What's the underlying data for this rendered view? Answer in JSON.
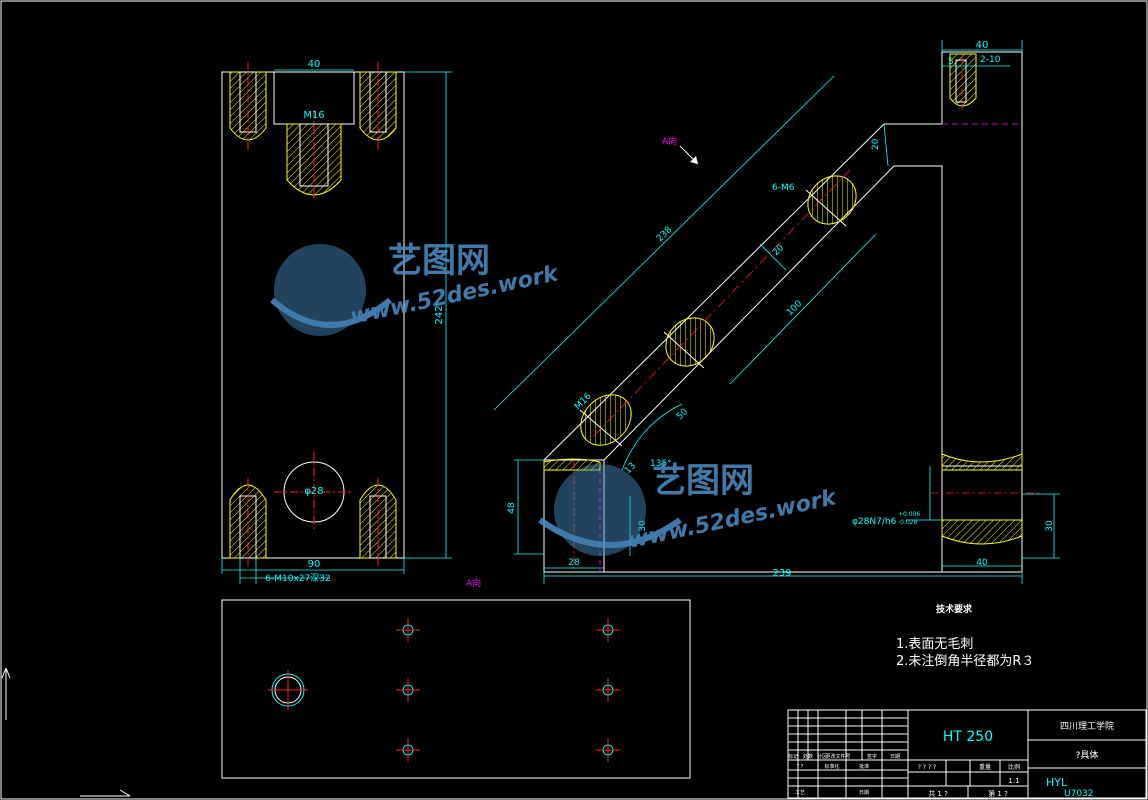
{
  "colors": {
    "background": "#000000",
    "outline": "#ffffff",
    "dimension": "#00ffff",
    "centerline": "#ff2020",
    "hatch": "#ffff00",
    "hidden": "#ff00ff",
    "note": "#ffffff",
    "view_label": "#ff00ff",
    "watermark": "#4a90c8"
  },
  "views": {
    "left": {
      "dim_top": "40",
      "thread_top": "M16",
      "dim_height": "242",
      "dim_bottom": "90",
      "hole_bottom": "φ28",
      "holes_bottom": "6-M10x27深32"
    },
    "main": {
      "view_a_arrow_label": "A向",
      "dim_top_width": "40",
      "dim_top_small_left": "5",
      "dim_top_small_right": "2-10",
      "dim_arm_length": "238",
      "dim_arm_offset": "20",
      "dim_arm_holes": "6-M6",
      "dim_pitch": "20",
      "dim_span": "100",
      "dim_thread": "M16",
      "dim_thread_depth": "13",
      "dim_arc": "50",
      "dim_angle": "135°",
      "dim_base_height": "48",
      "dim_base_width": "28",
      "dim_base_right": "30",
      "dim_total_width": "239",
      "dim_right_block": "40",
      "dim_right_height": "30",
      "fit_label": "φ28N7/h6",
      "fit_upper": "+0.006",
      "fit_lower": "-0.028"
    },
    "bottom": {
      "view_label": "A向"
    }
  },
  "notes": {
    "heading": "技术要求",
    "items": [
      "1.表面无毛刺",
      "2.未注倒角半径都为R３"
    ]
  },
  "title_block": {
    "material": "HT 250",
    "school": "四川理工学院",
    "part_name": "?具体",
    "code_main": "HYL",
    "code_sub": "U7032",
    "scale_value": "1:1",
    "sheet_total": "共 1 ?",
    "sheet_no": "第 1 ?",
    "weight_label": "重量",
    "scale_label": "比例",
    "stage_label": "? ? ? ?",
    "row_labels": [
      "标记",
      "处数",
      "分区",
      "更改文件号",
      "签字",
      "日期"
    ],
    "row2_labels": [
      "? ?",
      "标准化",
      "批准"
    ],
    "row3_labels": [
      "工艺",
      "日期"
    ]
  },
  "watermark": {
    "brand": "艺图网",
    "url": "www.52des.work"
  }
}
